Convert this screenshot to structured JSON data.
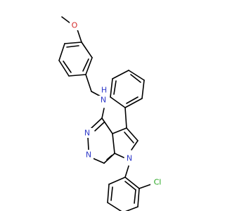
{
  "molecule": {
    "atoms": {
      "methoxy_o": "O",
      "amine_n": "N",
      "amine_h": "H",
      "pyrimidine_n3": "N",
      "pyrimidine_n1": "N",
      "pyrrole_n7": "N",
      "chlorine": "Cl"
    },
    "colors": {
      "carbon_bonds": "#000000",
      "nitrogen": "#2e39c8",
      "oxygen": "#d42a2a",
      "chlorine": "#24a51e",
      "background": "#ffffff"
    }
  }
}
